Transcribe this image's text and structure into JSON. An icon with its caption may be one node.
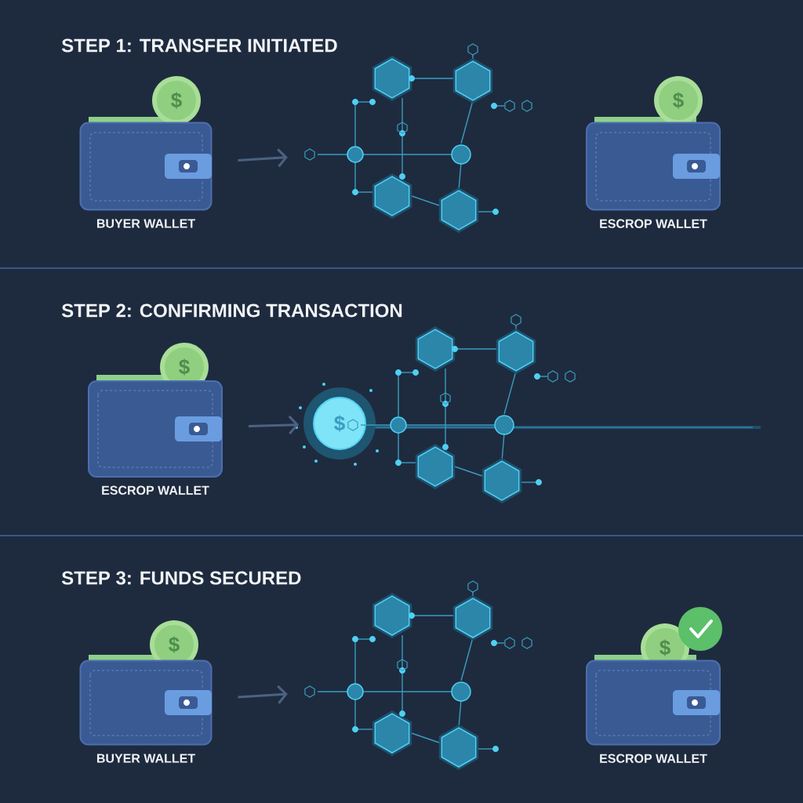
{
  "diagram": {
    "nodes": [
      {
        "text": [
          "BUYER WALLET"
        ],
        "beside": [
          "$"
        ]
      },
      {
        "text": [],
        "shape": "picture"
      },
      {
        "text": [
          "ESCROP WALLET"
        ],
        "beside": [
          "$"
        ]
      },
      {
        "text": [
          "ESCROP WALLET"
        ],
        "beside": [
          "$"
        ]
      },
      {
        "text": [
          "$"
        ]
      },
      {
        "text": [],
        "shape": "picture"
      },
      {
        "text": [
          "BUYER WALLET"
        ],
        "beside": [
          "$"
        ]
      },
      {
        "text": [],
        "shape": "picture"
      },
      {
        "text": [
          "ESCROP WALLET"
        ],
        "beside": [
          "$"
        ]
      }
    ],
    "edges": [
      {
        "from": 0,
        "to": 1,
        "arrow": "to"
      },
      {
        "from": 3,
        "to": 4,
        "arrow": "to"
      },
      {
        "from": 6,
        "to": 7,
        "arrow": "to"
      }
    ],
    "labels": [
      "STEP 1: TRANSFER INITIATED",
      "STEP 2: CONFIRMING TRANSACTION",
      "STEP 3: FUNDS SECURED"
    ]
  }
}
